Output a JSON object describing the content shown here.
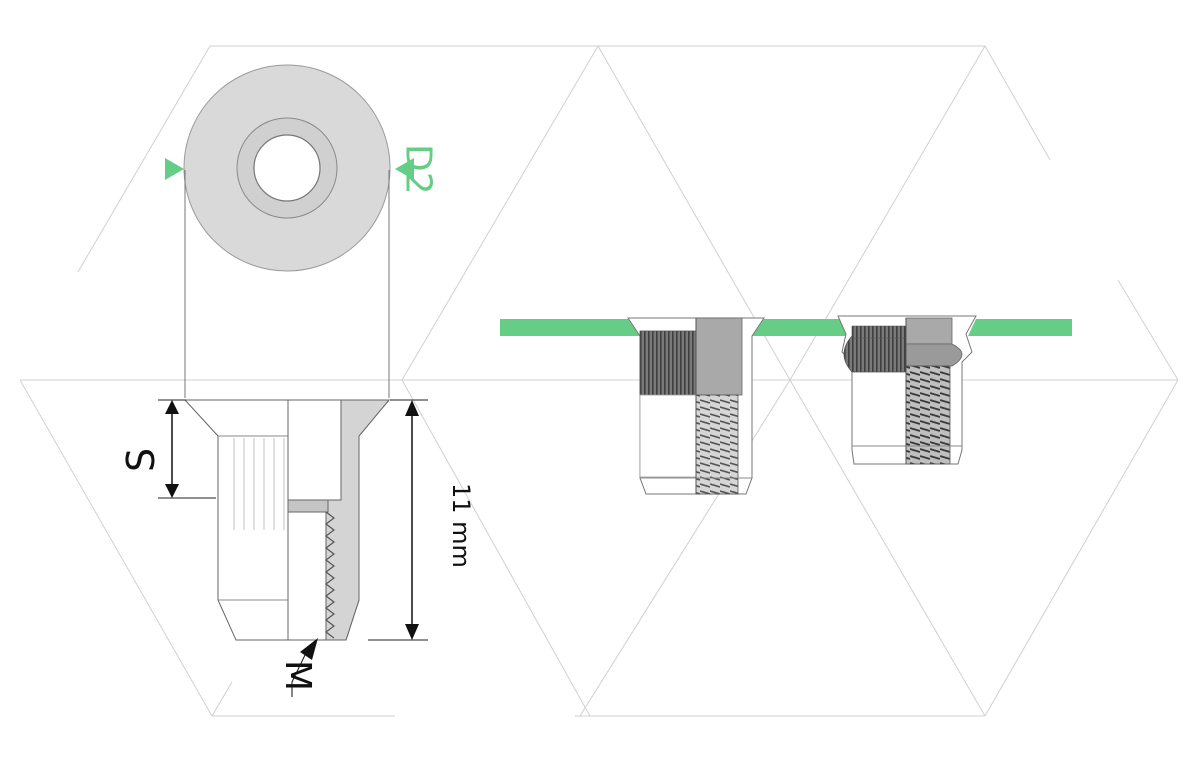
{
  "labels": {
    "d2": "D2",
    "s": "S",
    "length": "11 mm",
    "m": "M"
  },
  "colors": {
    "accent": "#66CD87",
    "gray_light": "#D9D9D9",
    "gray_mid": "#A9A9A9",
    "gray_dark": "#555555",
    "line": "#C8C8C8"
  }
}
